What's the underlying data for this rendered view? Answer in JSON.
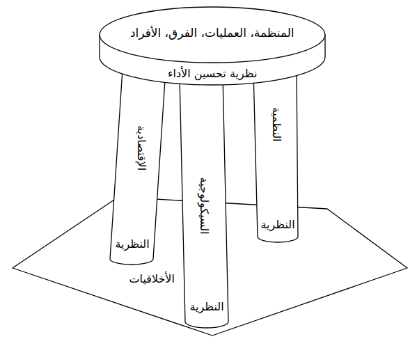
{
  "diagram": {
    "nodes": [
      {
        "text": [
          "المنظمة، العمليات، الفرق، الأفراد",
          "نظرية تحسين الأداء"
        ]
      },
      {
        "text": [
          "النظرية",
          "النظمية"
        ]
      },
      {
        "text": [
          "النظرية",
          "السيكولوجية"
        ]
      },
      {
        "text": [
          "النظرية",
          "الإقتصادية"
        ]
      },
      {
        "text": [
          "الأخلاقيات"
        ]
      }
    ]
  }
}
